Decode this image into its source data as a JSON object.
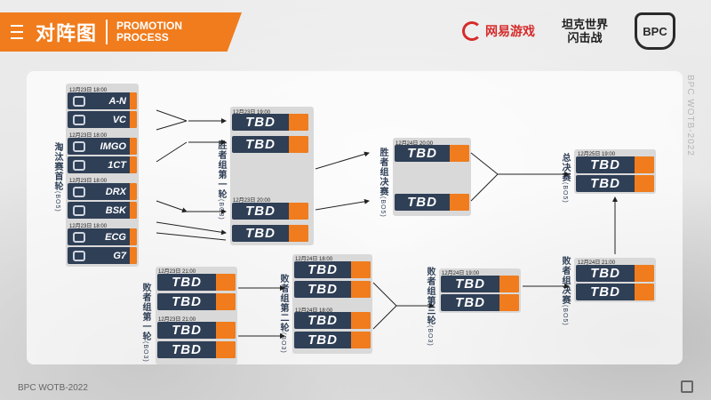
{
  "header": {
    "title_cn": "对阵图",
    "title_en_1": "PROMOTION",
    "title_en_2": "PROCESS",
    "logo_netease": "网易游戏",
    "logo_tank_1": "坦克世界",
    "logo_tank_2": "闪击战",
    "logo_bpc": "BPC"
  },
  "side_watermark": "BPC WOTB-2022",
  "footer": "BPC WOTB-2022",
  "rounds": {
    "elim": {
      "label": "淘汰赛首轮",
      "format": "(BO5)"
    },
    "w1": {
      "label": "胜者组第一轮",
      "format": "(BO3)"
    },
    "wf": {
      "label": "胜者组决赛",
      "format": "(BO5)"
    },
    "gf": {
      "label": "总决赛",
      "format": "(BO5)"
    },
    "l1": {
      "label": "败者组第一轮",
      "format": "(BO3)"
    },
    "l2": {
      "label": "败者组第二轮",
      "format": "(BO3)"
    },
    "l3": {
      "label": "败者组第三轮",
      "format": "(BO3)"
    },
    "lf": {
      "label": "败者组决赛",
      "format": "(BO5)"
    }
  },
  "elim_matches": [
    {
      "date": "12月23日 18:00",
      "team1": "A-N",
      "team2": "VC"
    },
    {
      "date": "12月23日 18:00",
      "team1": "IMGO",
      "team2": "1CT"
    },
    {
      "date": "12月23日 18:00",
      "team1": "DRX",
      "team2": "BSK"
    },
    {
      "date": "12月23日 18:00",
      "team1": "ECG",
      "team2": "G7"
    }
  ],
  "tbd": "TBD",
  "dates": {
    "w1_a": "12月23日 19:00",
    "w1_b": "12月23日 20:00",
    "wf": "12月24日 20:00",
    "gf": "12月25日 19:00",
    "l1_a": "12月23日 21:00",
    "l1_b": "12月23日 21:00",
    "l2_a": "12月24日 18:00",
    "l2_b": "12月24日 18:00",
    "l3": "12月24日 19:00",
    "lf": "12月24日 21:00"
  },
  "colors": {
    "accent": "#f07c1d",
    "slot": "#2f3f56"
  }
}
